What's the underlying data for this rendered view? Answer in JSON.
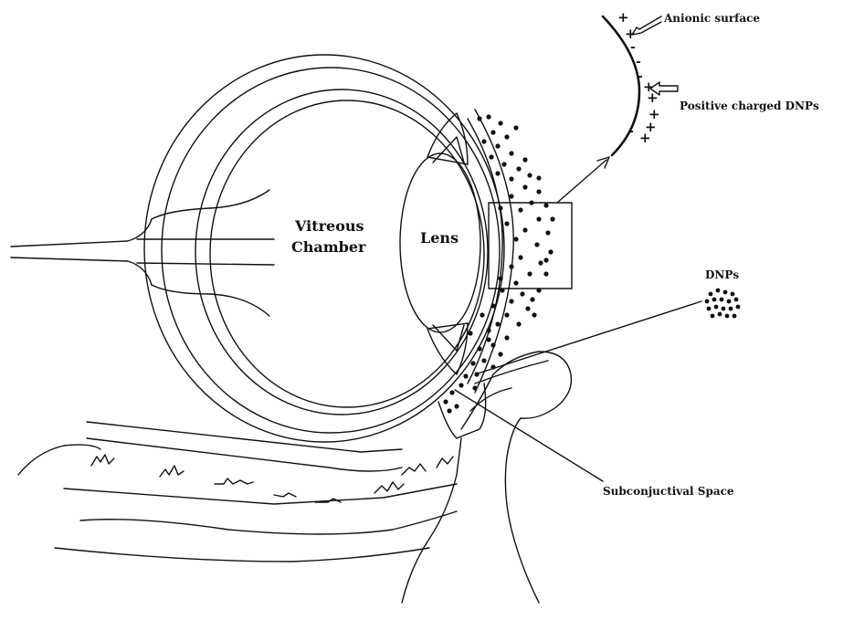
{
  "labels": {
    "vitreous_line1": "Vitreous",
    "vitreous_line2": "Chamber",
    "lens": "Lens",
    "anionic_surface": "Anionic surface",
    "positive_dnps": "Positive charged DNPs",
    "dnps": "DNPs",
    "subconjunctival": "Subconjuctival Space"
  },
  "charges": {
    "plus": "+",
    "minus": "-"
  },
  "colors": {
    "ink": "#111111",
    "background": "#ffffff"
  }
}
